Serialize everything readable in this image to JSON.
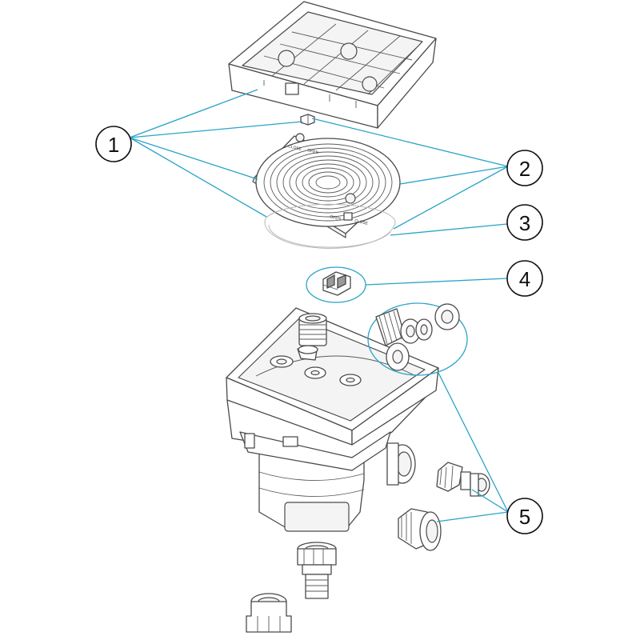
{
  "callouts": [
    {
      "label": "1"
    },
    {
      "label": "2"
    },
    {
      "label": "3"
    },
    {
      "label": "4"
    },
    {
      "label": "5"
    }
  ],
  "lid_markings": {
    "top_left": "CLOSE",
    "top_right": "OPEN",
    "bottom_left": "OPEN",
    "bottom_right": "CLOSE"
  },
  "colors": {
    "leader_line": "#2aa3c9",
    "outline": "#4a4a4a"
  }
}
